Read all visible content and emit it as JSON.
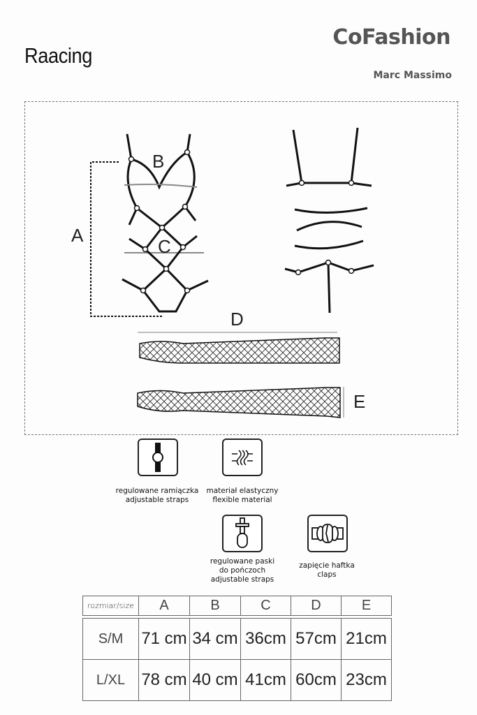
{
  "header": {
    "product_name": "Raacing",
    "brand": "CoFashion",
    "collection": "Marc Massimo"
  },
  "diagram": {
    "labels": {
      "a": "A",
      "b": "B",
      "c": "C",
      "d": "D",
      "e": "E"
    }
  },
  "features": [
    {
      "icon": "adjustable-strap-icon",
      "line1": "regulowane ramiączka",
      "line2": "adjustable straps"
    },
    {
      "icon": "flexible-material-icon",
      "line1": "materiał elastyczny",
      "line2": "flexible material"
    },
    {
      "icon": "garter-strap-icon",
      "line1": "regulowane paski",
      "line2": "do pończoch",
      "line3": "adjustable straps"
    },
    {
      "icon": "clasp-icon",
      "line1": "zapięcie haftka",
      "line2": "claps"
    }
  ],
  "size_table": {
    "header": [
      "rozmiar/size",
      "A",
      "B",
      "C",
      "D",
      "E"
    ],
    "rows": [
      [
        "S/M",
        "71 cm",
        "34 cm",
        "36cm",
        "57cm",
        "21cm"
      ],
      [
        "L/XL",
        "78 cm",
        "40 cm",
        "41cm",
        "60cm",
        "23cm"
      ]
    ]
  }
}
